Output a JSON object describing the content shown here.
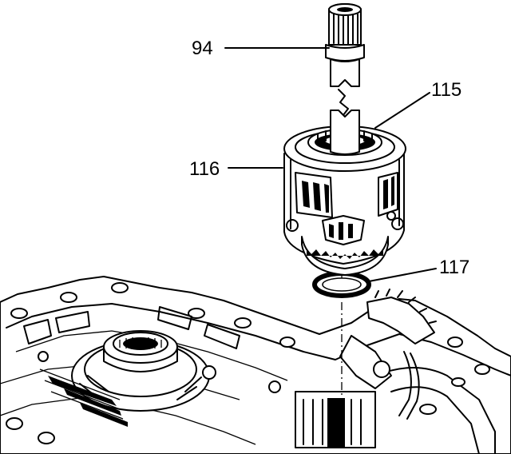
{
  "callouts": {
    "c94": "94",
    "c115": "115",
    "c116": "116",
    "c117": "117"
  },
  "parts": {
    "shaft": "shaft-icon",
    "carrier": "differential-carrier-icon",
    "bearing": "bearing-icon",
    "thrust_washer": "thrust-washer-icon",
    "case": "transaxle-case-icon"
  }
}
